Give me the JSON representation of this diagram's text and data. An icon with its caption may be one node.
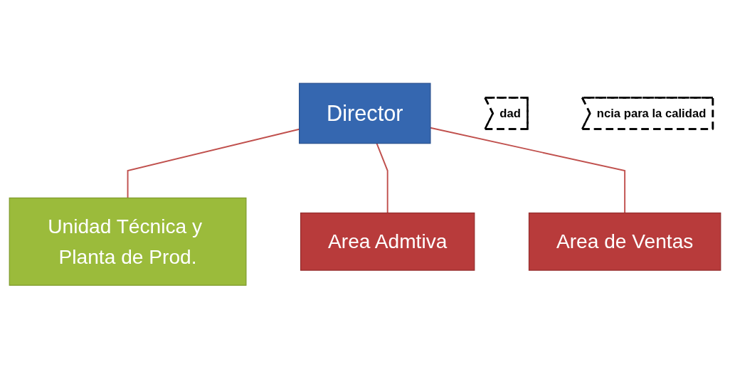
{
  "diagram": {
    "nodes": [
      {
        "text": [
          "Director"
        ]
      },
      {
        "text": [
          "dad"
        ]
      },
      {
        "text": [
          "ncia para la calidad"
        ]
      },
      {
        "text": [
          "Unidad Técnica y Planta de Prod."
        ]
      },
      {
        "text": [
          "Area Admtiva"
        ]
      },
      {
        "text": [
          "Area de Ventas"
        ]
      }
    ],
    "edges": [
      {
        "from": 0,
        "to": 3,
        "arrow": "none"
      },
      {
        "from": 0,
        "to": 4,
        "arrow": "none"
      },
      {
        "from": 0,
        "to": 5,
        "arrow": "none"
      }
    ]
  }
}
